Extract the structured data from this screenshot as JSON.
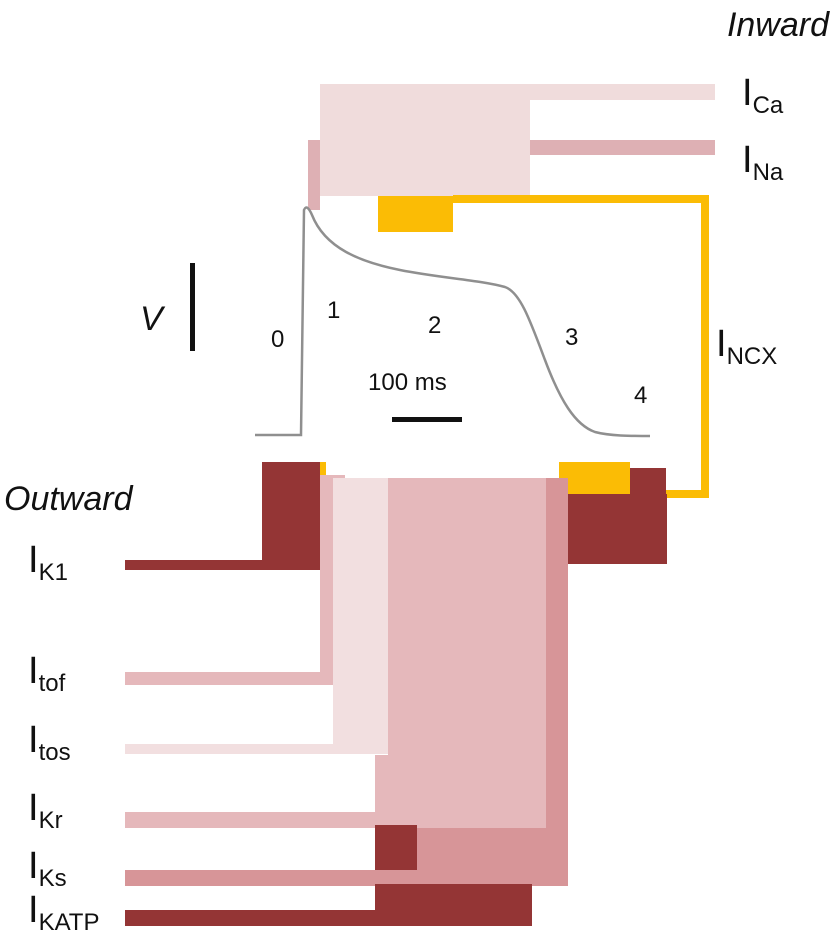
{
  "headings": {
    "inward": "Inward",
    "outward": "Outward"
  },
  "voltage_label": "V",
  "time_scale_label": "100 ms",
  "phases": [
    "0",
    "1",
    "2",
    "3",
    "4"
  ],
  "inward_currents": [
    {
      "main": "I",
      "sub": "Ca",
      "color": "#f0dcdc"
    },
    {
      "main": "I",
      "sub": "Na",
      "color": "#deb0b4"
    }
  ],
  "exchanger_current": {
    "main": "I",
    "sub": "NCX",
    "color": "#fbbc05"
  },
  "outward_currents": [
    {
      "main": "I",
      "sub": "K1",
      "color": "#943535"
    },
    {
      "main": "I",
      "sub": "tof",
      "color": "#e5b8bb"
    },
    {
      "main": "I",
      "sub": "tos",
      "color": "#f2dfe0"
    },
    {
      "main": "I",
      "sub": "Kr",
      "color": "#e5b8bb"
    },
    {
      "main": "I",
      "sub": "Ks",
      "color": "#d79598"
    },
    {
      "main": "I",
      "sub": "KATP",
      "color": "#943535"
    }
  ],
  "trace_color": "#8f8f8f"
}
